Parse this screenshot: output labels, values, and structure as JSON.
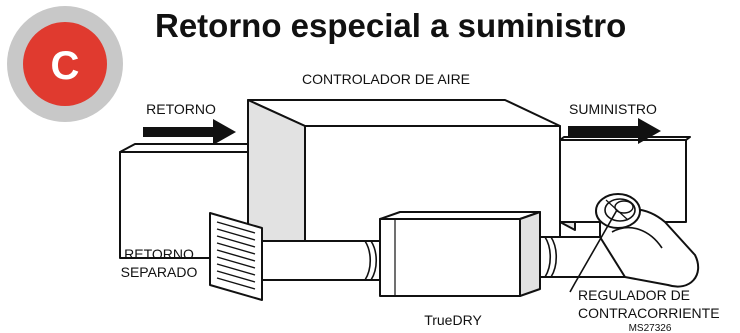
{
  "title": "Retorno especial a suministro",
  "badge": {
    "letter": "C",
    "outer_color": "#c8c8c8",
    "inner_color": "#e03a2f"
  },
  "labels": {
    "air_handler": "CONTROLADOR DE AIRE",
    "return": "RETORNO",
    "supply": "SUMINISTRO",
    "separate_return_line1": "RETORNO",
    "separate_return_line2": "SEPARADO",
    "truedry": "TrueDRY",
    "damper_line1": "REGULADOR DE",
    "damper_line2": "CONTRACORRIENTE",
    "code": "MS27326"
  }
}
